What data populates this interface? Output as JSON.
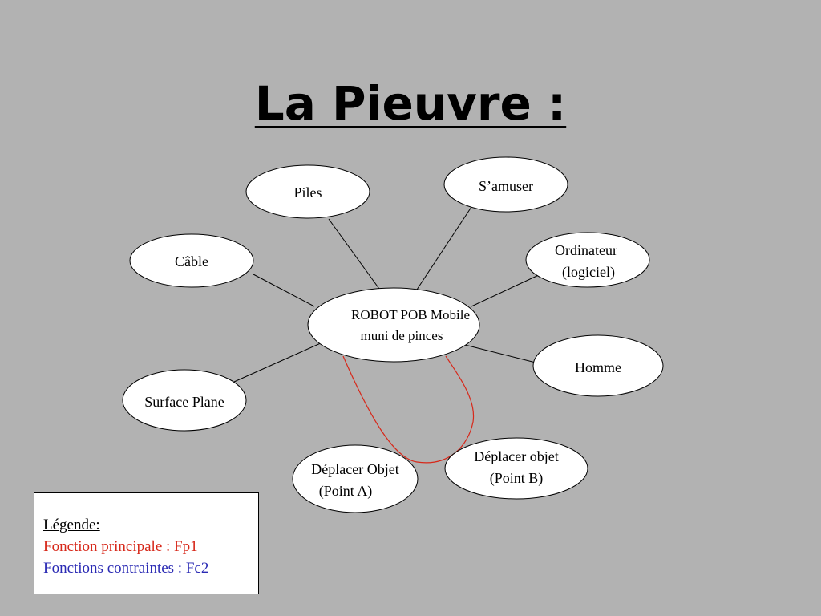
{
  "title": "La Pieuvre :",
  "colors": {
    "background": "#b2b2b2",
    "principal": "#d7281a",
    "contrainte": "#2a2ab4",
    "node_fill": "#ffffff",
    "stroke": "#000000"
  },
  "center": {
    "lines": [
      "ROBOT POB Mobile",
      "muni de pinces"
    ]
  },
  "nodes": [
    {
      "id": "piles",
      "lines": [
        "Piles"
      ]
    },
    {
      "id": "samuser",
      "lines": [
        "S’amuser"
      ]
    },
    {
      "id": "cable",
      "lines": [
        "Câble"
      ]
    },
    {
      "id": "ordinateur",
      "lines": [
        "Ordinateur",
        "(logiciel)"
      ]
    },
    {
      "id": "homme",
      "lines": [
        "Homme"
      ]
    },
    {
      "id": "surface",
      "lines": [
        "Surface Plane"
      ]
    },
    {
      "id": "deplacer-a",
      "lines": [
        "Déplacer Objet",
        "(Point A)"
      ]
    },
    {
      "id": "deplacer-b",
      "lines": [
        "Déplacer objet",
        "(Point B)"
      ]
    }
  ],
  "legend": {
    "title": "Légende:",
    "principal": "Fonction principale : Fp1",
    "contraintes": "Fonctions contraintes : Fc2"
  }
}
